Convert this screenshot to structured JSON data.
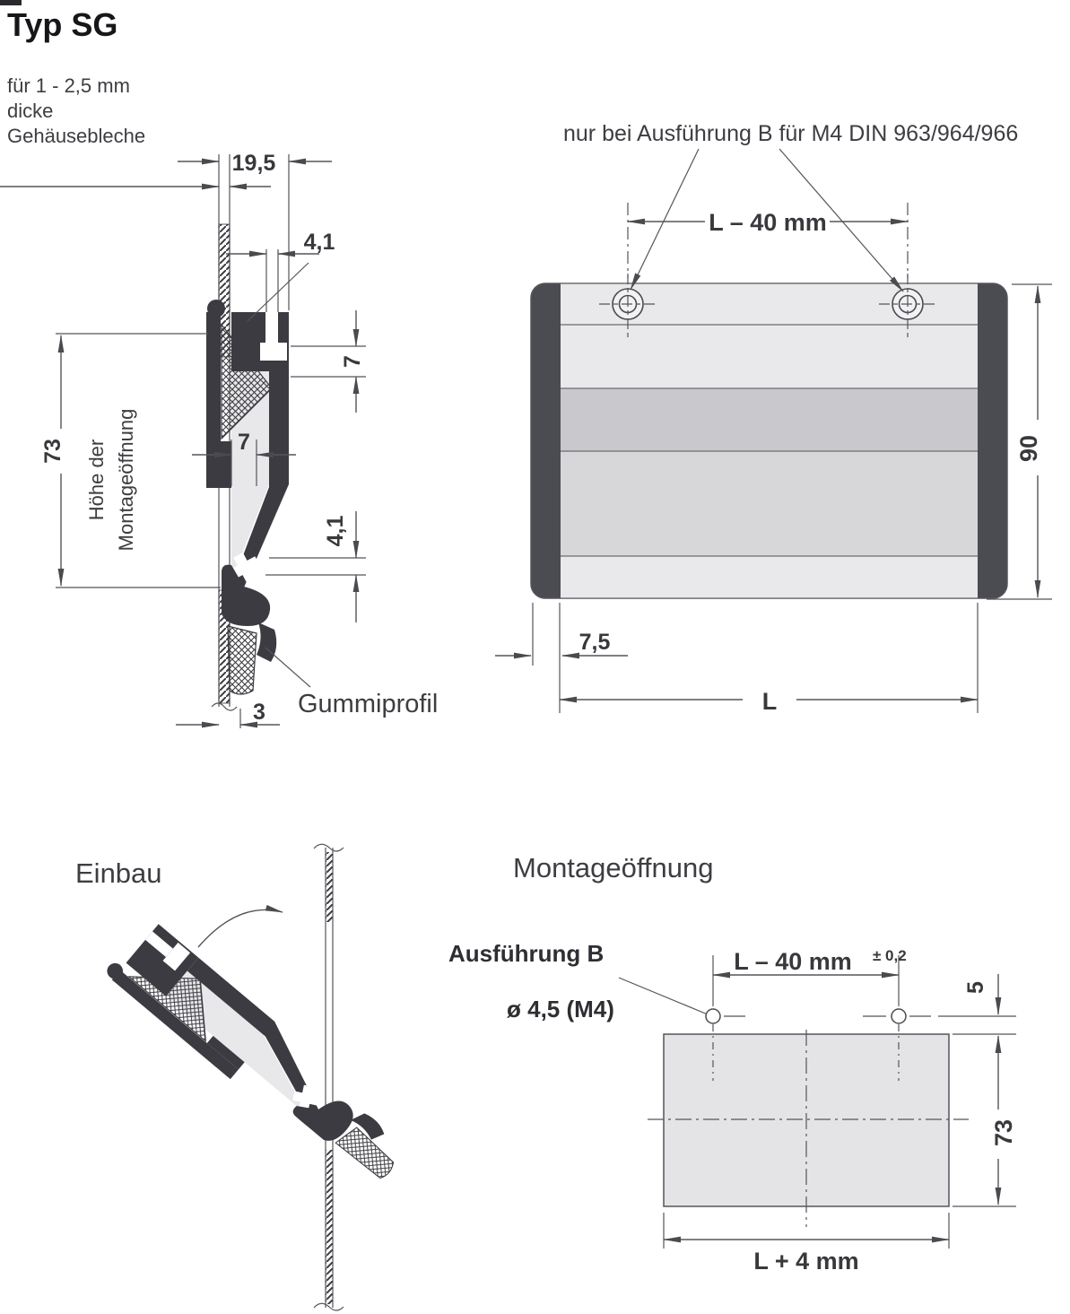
{
  "title": "Typ SG",
  "subtitle": {
    "line1": "für 1 - 2,5 mm",
    "line2": "dicke",
    "line3": "Gehäusebleche"
  },
  "section": {
    "dim_19_5": "19,5",
    "dim_4_1_top": "4,1",
    "dim_7_right": "7",
    "dim_73": "73",
    "hoehe_line1": "Höhe der",
    "hoehe_line2": "Montageöffnung",
    "dim_7_inner": "7",
    "dim_4_1_bottom": "4,1",
    "gummiprofil": "Gummiprofil",
    "dim_3": "3"
  },
  "front": {
    "note": "nur bei Ausführung B für M4 DIN 963/964/966",
    "dim_l_minus_40": "L – 40 mm",
    "dim_90": "90",
    "dim_7_5": "7,5",
    "dim_l": "L"
  },
  "einbau": {
    "heading": "Einbau"
  },
  "montage": {
    "heading": "Montageöffnung",
    "ausfuehrung_b": "Ausführung B",
    "diameter": "ø 4,5 (M4)",
    "dim_l_minus_40": "L – 40 mm",
    "tolerance": "± 0,2",
    "dim_5": "5",
    "dim_73": "73",
    "dim_l_plus_4": "L + 4 mm"
  },
  "colors": {
    "profile_dark": "#3b3b41",
    "end_cap": "#4b4b52",
    "body_light": "#e9e9eb",
    "band_mid_dark": "#c9c9cd",
    "band_mid": "#d7d7da",
    "opening_fill": "#e4e4e7",
    "line": "#55555a",
    "text": "#3d3d42"
  }
}
